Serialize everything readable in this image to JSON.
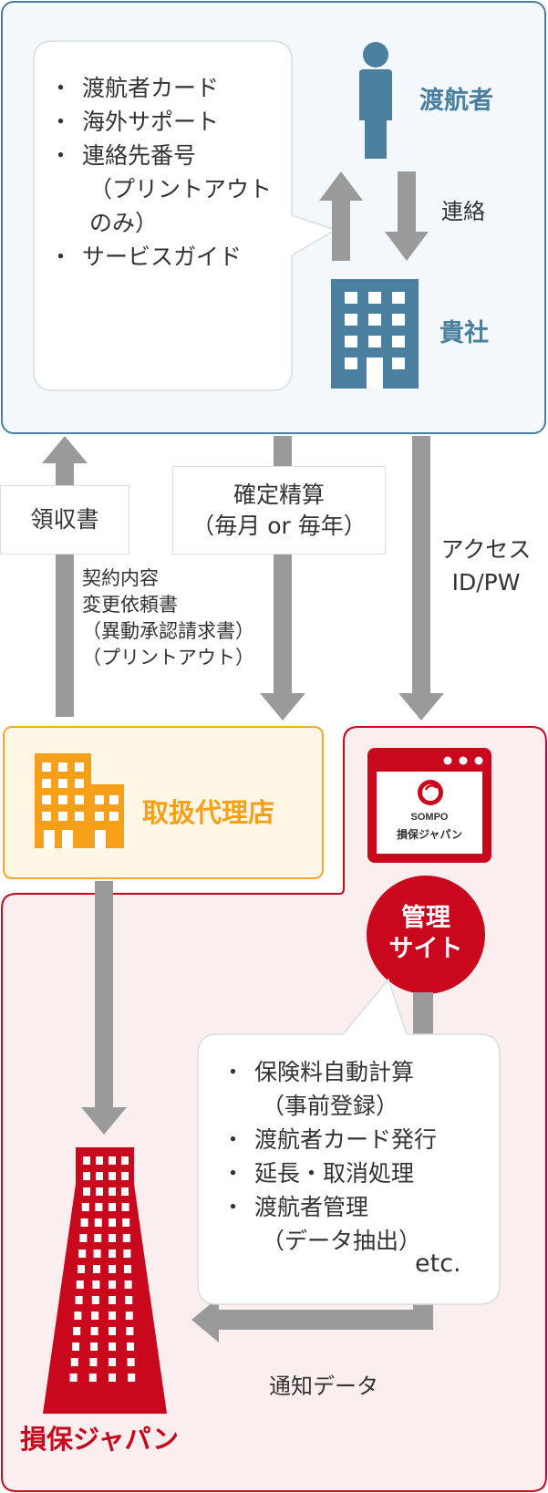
{
  "client_panel": {
    "bubble_items": [
      {
        "label": "渡航者カード"
      },
      {
        "label": "海外サポート"
      },
      {
        "label": "連絡先番号",
        "sub": "（プリントアウト\nのみ）"
      },
      {
        "label": "サービスガイド"
      }
    ],
    "traveler_label": "渡航者",
    "contact_label": "連絡",
    "company_label": "貴社"
  },
  "flows": {
    "receipt_label": "領収書",
    "settlement_line1": "確定精算",
    "settlement_line2": "（毎月 or 毎年）",
    "change_request_lines": [
      "契約内容",
      "変更依頼書",
      "（異動承認請求書）",
      "（プリントアウト）"
    ],
    "access_line1": "アクセス",
    "access_line2": "ID/PW",
    "notification_label": "通知データ"
  },
  "agent_label": "取扱代理店",
  "admin_site": {
    "logo_text": "SOMPO",
    "logo_subtext": "損保ジャパン",
    "circle_line1": "管理",
    "circle_line2": "サイト",
    "features": [
      {
        "label": "保険料自動計算",
        "sub": "（事前登録）"
      },
      {
        "label": "渡航者カード発行"
      },
      {
        "label": "延長・取消処理"
      },
      {
        "label": "渡航者管理",
        "sub": "（データ抽出）"
      }
    ],
    "etc_label": "etc."
  },
  "insurer_label": "損保ジャパン",
  "colors": {
    "client_blue": "#4a7fa0",
    "arrow_gray": "#9a9a9a",
    "agent_orange": "#f6a01a",
    "sompo_red": "#c9081d"
  }
}
